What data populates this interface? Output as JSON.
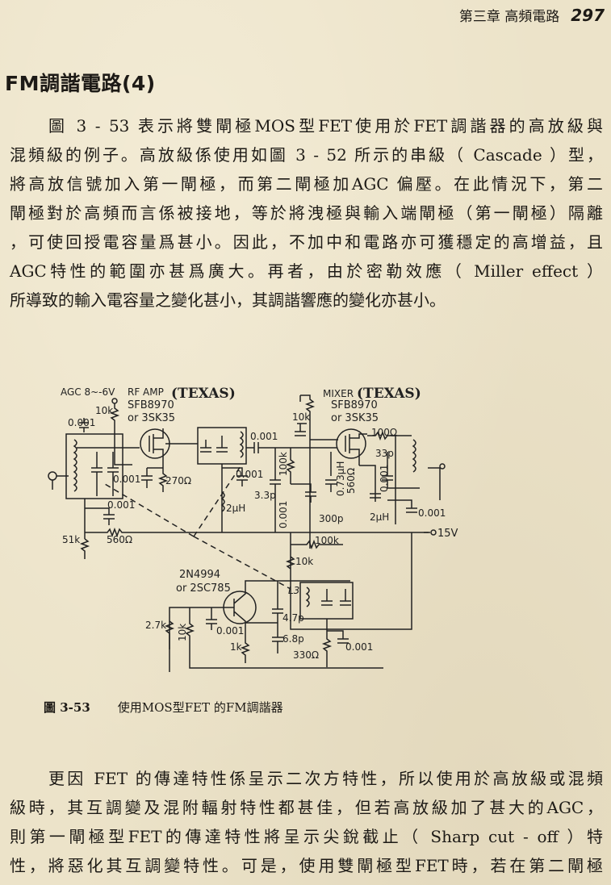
{
  "header": {
    "chapter": "第三章  高頻電路",
    "page_number": "297"
  },
  "section_title": "FM調諧電路(4)",
  "paragraph1": [
    "圖 3 - 53 表示將雙閘極MOS型FET使用於FET調諧器的高放級與",
    "混頻級的例子。高放級係使用如圖 3 - 52 所示的串級（ Cascade ）型，",
    "將高放信號加入第一閘極，而第二閘極加AGC 偏壓。在此情況下，第二",
    "閘極對於高頻而言係被接地，等於將洩極與輸入端閘極（第一閘極）隔離",
    "，可使回授電容量爲甚小。因此，不加中和電路亦可獲穩定的高增益，且",
    "AGC特性的範圍亦甚爲廣大。再者，由於密勒效應（ Miller effect ）",
    "所導致的輸入電容量之變化甚小，其調諧響應的變化亦甚小。"
  ],
  "figure": {
    "agc": "AGC 8~-6V",
    "rf_amp": "RF AMP",
    "rf_maker": "(TEXAS)",
    "rf_part": "SFB8970",
    "rf_alt": "or 3SK35",
    "mixer": "MIXER",
    "mixer_maker": "(TEXAS)",
    "mixer_part": "SFB8970",
    "mixer_alt": "or 3SK35",
    "osc_part": "2N4994",
    "osc_alt": "or 2SC785",
    "supply": "15V",
    "components": {
      "r_agc": "10k",
      "c_in": "0.001",
      "c_src": "0.001",
      "r_src": "270Ω",
      "c_bias": "0.001",
      "r_51k": "51k",
      "r_560": "560Ω",
      "c_couple": "0.001",
      "c_tank": "0.001",
      "l_2uh": "2μH",
      "c_3p3": "3.3p",
      "r_100k_gate": "100k",
      "c_gate": "0.001",
      "r_mix_10k": "10k",
      "r_100": "100Ω",
      "c_33p": "33p",
      "l_073": "0.73μH",
      "r_mix_560": "560Ω",
      "c_mix_src": "0.001",
      "c_300p": "300p",
      "l_mix_2uh": "2μH",
      "c_mix_out": "0.001",
      "r_bus_100k": "100k",
      "r_bus_10k": "10k",
      "l3": "L3",
      "c_4p7": "4.7p",
      "c_6p8": "6.8p",
      "r_2k7": "2.7k",
      "r_osc_10k": "10k",
      "c_osc_base": "0.001",
      "r_1k": "1k",
      "r_330": "330Ω",
      "c_osc_dec": "0.001"
    },
    "caption_number": "圖 3-53",
    "caption_text": "使用MOS型FET 的FM調諧器"
  },
  "paragraph2": [
    "更因 FET 的傳達特性係呈示二次方特性，所以使用於高放級或混頻",
    "級時，其互調變及混附輻射特性都甚佳，但若高放級加了甚大的AGC，",
    "則第一閘極型FET的傳達特性將呈示尖銳截止（ Sharp cut - off ）特",
    "性，將惡化其互調變特性。可是，使用雙閘極型FET時，若在第二閘極"
  ]
}
